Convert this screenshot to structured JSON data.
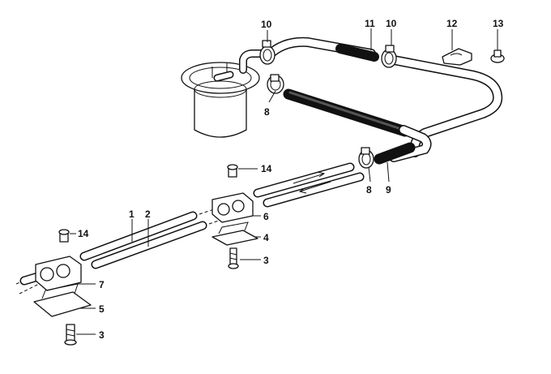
{
  "diagram": {
    "callouts": [
      {
        "id": "c1",
        "text": "1"
      },
      {
        "id": "c2",
        "text": "2"
      },
      {
        "id": "c3a",
        "text": "3"
      },
      {
        "id": "c3b",
        "text": "3"
      },
      {
        "id": "c4",
        "text": "4"
      },
      {
        "id": "c5",
        "text": "5"
      },
      {
        "id": "c6",
        "text": "6"
      },
      {
        "id": "c7",
        "text": "7"
      },
      {
        "id": "c8a",
        "text": "8"
      },
      {
        "id": "c8b",
        "text": "8"
      },
      {
        "id": "c9",
        "text": "9"
      },
      {
        "id": "c10a",
        "text": "10"
      },
      {
        "id": "c10b",
        "text": "10"
      },
      {
        "id": "c11",
        "text": "11"
      },
      {
        "id": "c12",
        "text": "12"
      },
      {
        "id": "c13",
        "text": "13"
      },
      {
        "id": "c14a",
        "text": "14"
      },
      {
        "id": "c14b",
        "text": "14"
      }
    ]
  }
}
